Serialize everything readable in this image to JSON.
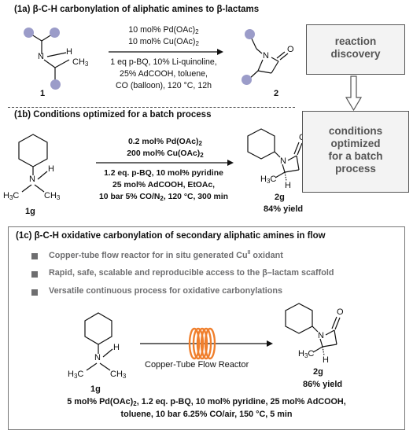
{
  "section_1a": {
    "title": "(1a) β-C-H carbonylation of aliphatic amines to β-lactams",
    "conditions": [
      "10 mol% Pd(OAc)2",
      "10 mol% Cu(OAc)2",
      "1 eq p-BQ, 10% Li-quinoline,",
      "25% AdCOOH, toluene,",
      "CO (balloon), 120 °C, 12h"
    ],
    "substrate_label": "1",
    "product_label": "2",
    "atom_N": "N",
    "atom_H": "H",
    "atom_CH3": "CH3",
    "atom_O": "O"
  },
  "box_discovery": {
    "line1": "reaction",
    "line2": "discovery"
  },
  "box_optimized": {
    "line1": "conditions",
    "line2": "optimized",
    "line3": "for a batch",
    "line4": "process"
  },
  "section_1b": {
    "title": "(1b) Conditions optimized for a batch process",
    "conditions_above": [
      "0.2 mol% Pd(OAc)2",
      "200 mol% Cu(OAc)2"
    ],
    "conditions_below": [
      "1.2 eq. p-BQ, 10 mol% pyridine",
      "25 mol% AdCOOH, EtOAc,",
      "10 bar 5% CO/N2, 120 °C, 300 min"
    ],
    "substrate_label": "1g",
    "product_label": "2g",
    "yield": "84% yield"
  },
  "section_1c": {
    "title": "(1c) β-C-H oxidative carbonylation of secondary aliphatic amines in flow",
    "bullets": [
      "Copper-tube flow reactor for in situ generated Cu",
      "Rapid, safe, scalable and reproducible access to the β–lactam scaffold",
      "Versatile continuous process for oxidative carbonylations"
    ],
    "bullet1_sup": "II",
    "bullet1_tail": " oxidant",
    "reactor_label": "Copper-Tube Flow Reactor",
    "substrate_label": "1g",
    "product_label": "2g",
    "yield": "86% yield",
    "footer": [
      "5 mol% Pd(OAc)2, 1.2 eq. p-BQ, 10 mol% pyridine, 25 mol% AdCOOH,",
      "toluene, 10 bar 6.25% CO/air, 150 °C, 5 min"
    ]
  },
  "colors": {
    "ball": "#9b9cc9",
    "reactor": "#f07f2c",
    "box_text": "#555555",
    "bullet": "#6e6e70"
  }
}
